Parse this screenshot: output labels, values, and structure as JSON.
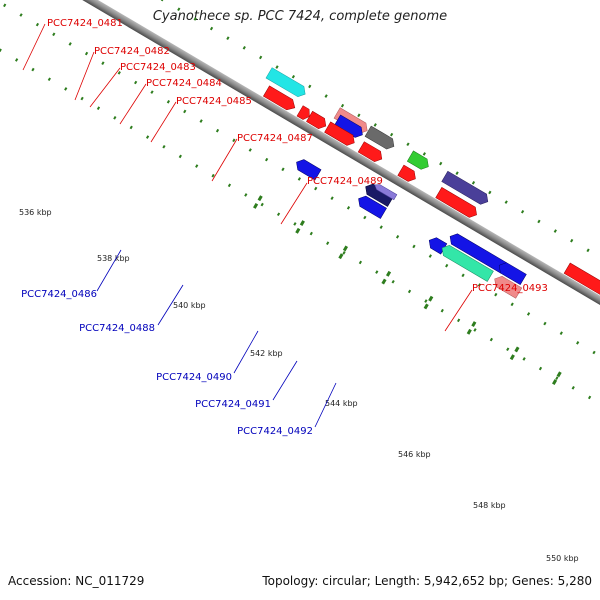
{
  "title": "Cyanothece sp. PCC 7424, complete genome",
  "footer": {
    "accession_label": "Accession:",
    "accession": "NC_011729",
    "topology_label": "Topology:",
    "topology": "circular",
    "length_label": "Length:",
    "length": "5,942,652 bp",
    "genes_label": "Genes:",
    "genes": "5,280"
  },
  "colors": {
    "backbone": "#8a8a8a",
    "tick": "#2e7d1e",
    "forward_label": "#dd0000",
    "reverse_label": "#0000bb",
    "label_text_dark": "#222222"
  },
  "scale_labels": [
    "536 kbp",
    "538 kbp",
    "540 kbp",
    "542 kbp",
    "544 kbp",
    "546 kbp",
    "548 kbp",
    "550 kbp"
  ],
  "forward_gene_labels": [
    "PCC7424_0481",
    "PCC7424_0482",
    "PCC7424_0483",
    "PCC7424_0484",
    "PCC7424_0485",
    "PCC7424_0487",
    "PCC7424_0489",
    "PCC7424_0493"
  ],
  "reverse_gene_labels": [
    "PCC7424_0486",
    "PCC7424_0488",
    "PCC7424_0490",
    "PCC7424_0491",
    "PCC7424_0492"
  ],
  "feature_colors": {
    "cds": "#ff1a1a",
    "reverse_cds": "#1414e6",
    "cyan": "#22e5e5",
    "pink": "#f08a8a",
    "gray": "#6a6a6a",
    "green": "#33cc33",
    "slate": "#4a3f99",
    "navy": "#1a1a66",
    "lavender": "#8a7ad9",
    "teal": "#33e6a8"
  }
}
